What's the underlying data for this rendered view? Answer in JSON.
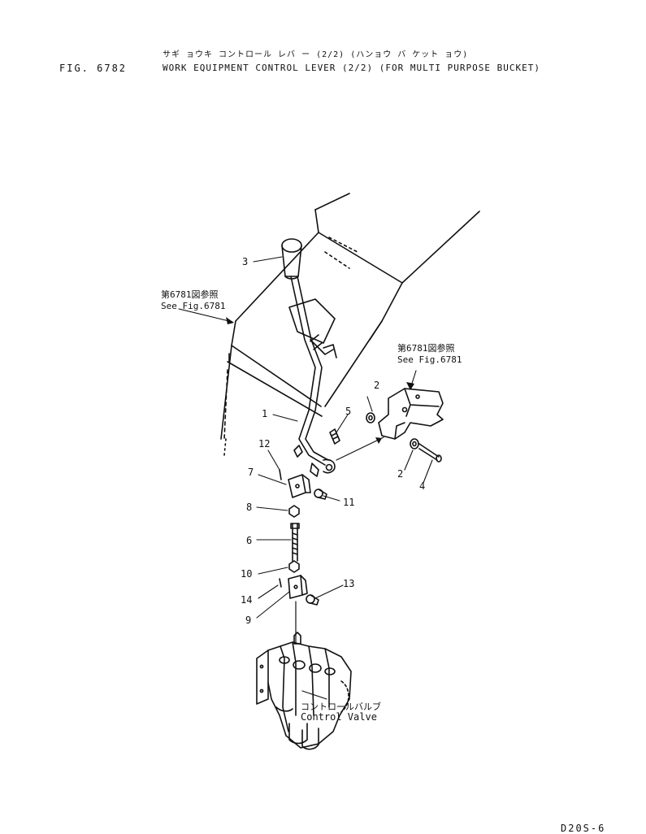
{
  "header": {
    "fig_label": "FIG. 6782",
    "title_jp": "サギ ョウキ コントロール レバ ー (2/2) (ハンョウ バ ケット ョウ)",
    "title_en": "WORK EQUIPMENT CONTROL LEVER (2/2) (FOR MULTI PURPOSE BUCKET)"
  },
  "references": {
    "left_jp": "第6781図参照",
    "left_en": "See Fig.6781",
    "right_jp": "第6781図参照",
    "right_en": "See Fig.6781"
  },
  "control_valve": {
    "label_jp": "コントロールバルブ",
    "label_en": "Control Valve"
  },
  "callouts": {
    "c1": "1",
    "c2a": "2",
    "c2b": "2",
    "c3": "3",
    "c4": "4",
    "c5": "5",
    "c6": "6",
    "c7": "7",
    "c8": "8",
    "c9": "9",
    "c10": "10",
    "c11": "11",
    "c12": "12",
    "c13": "13",
    "c14": "14"
  },
  "footer": {
    "page_code": "D20S-6"
  }
}
